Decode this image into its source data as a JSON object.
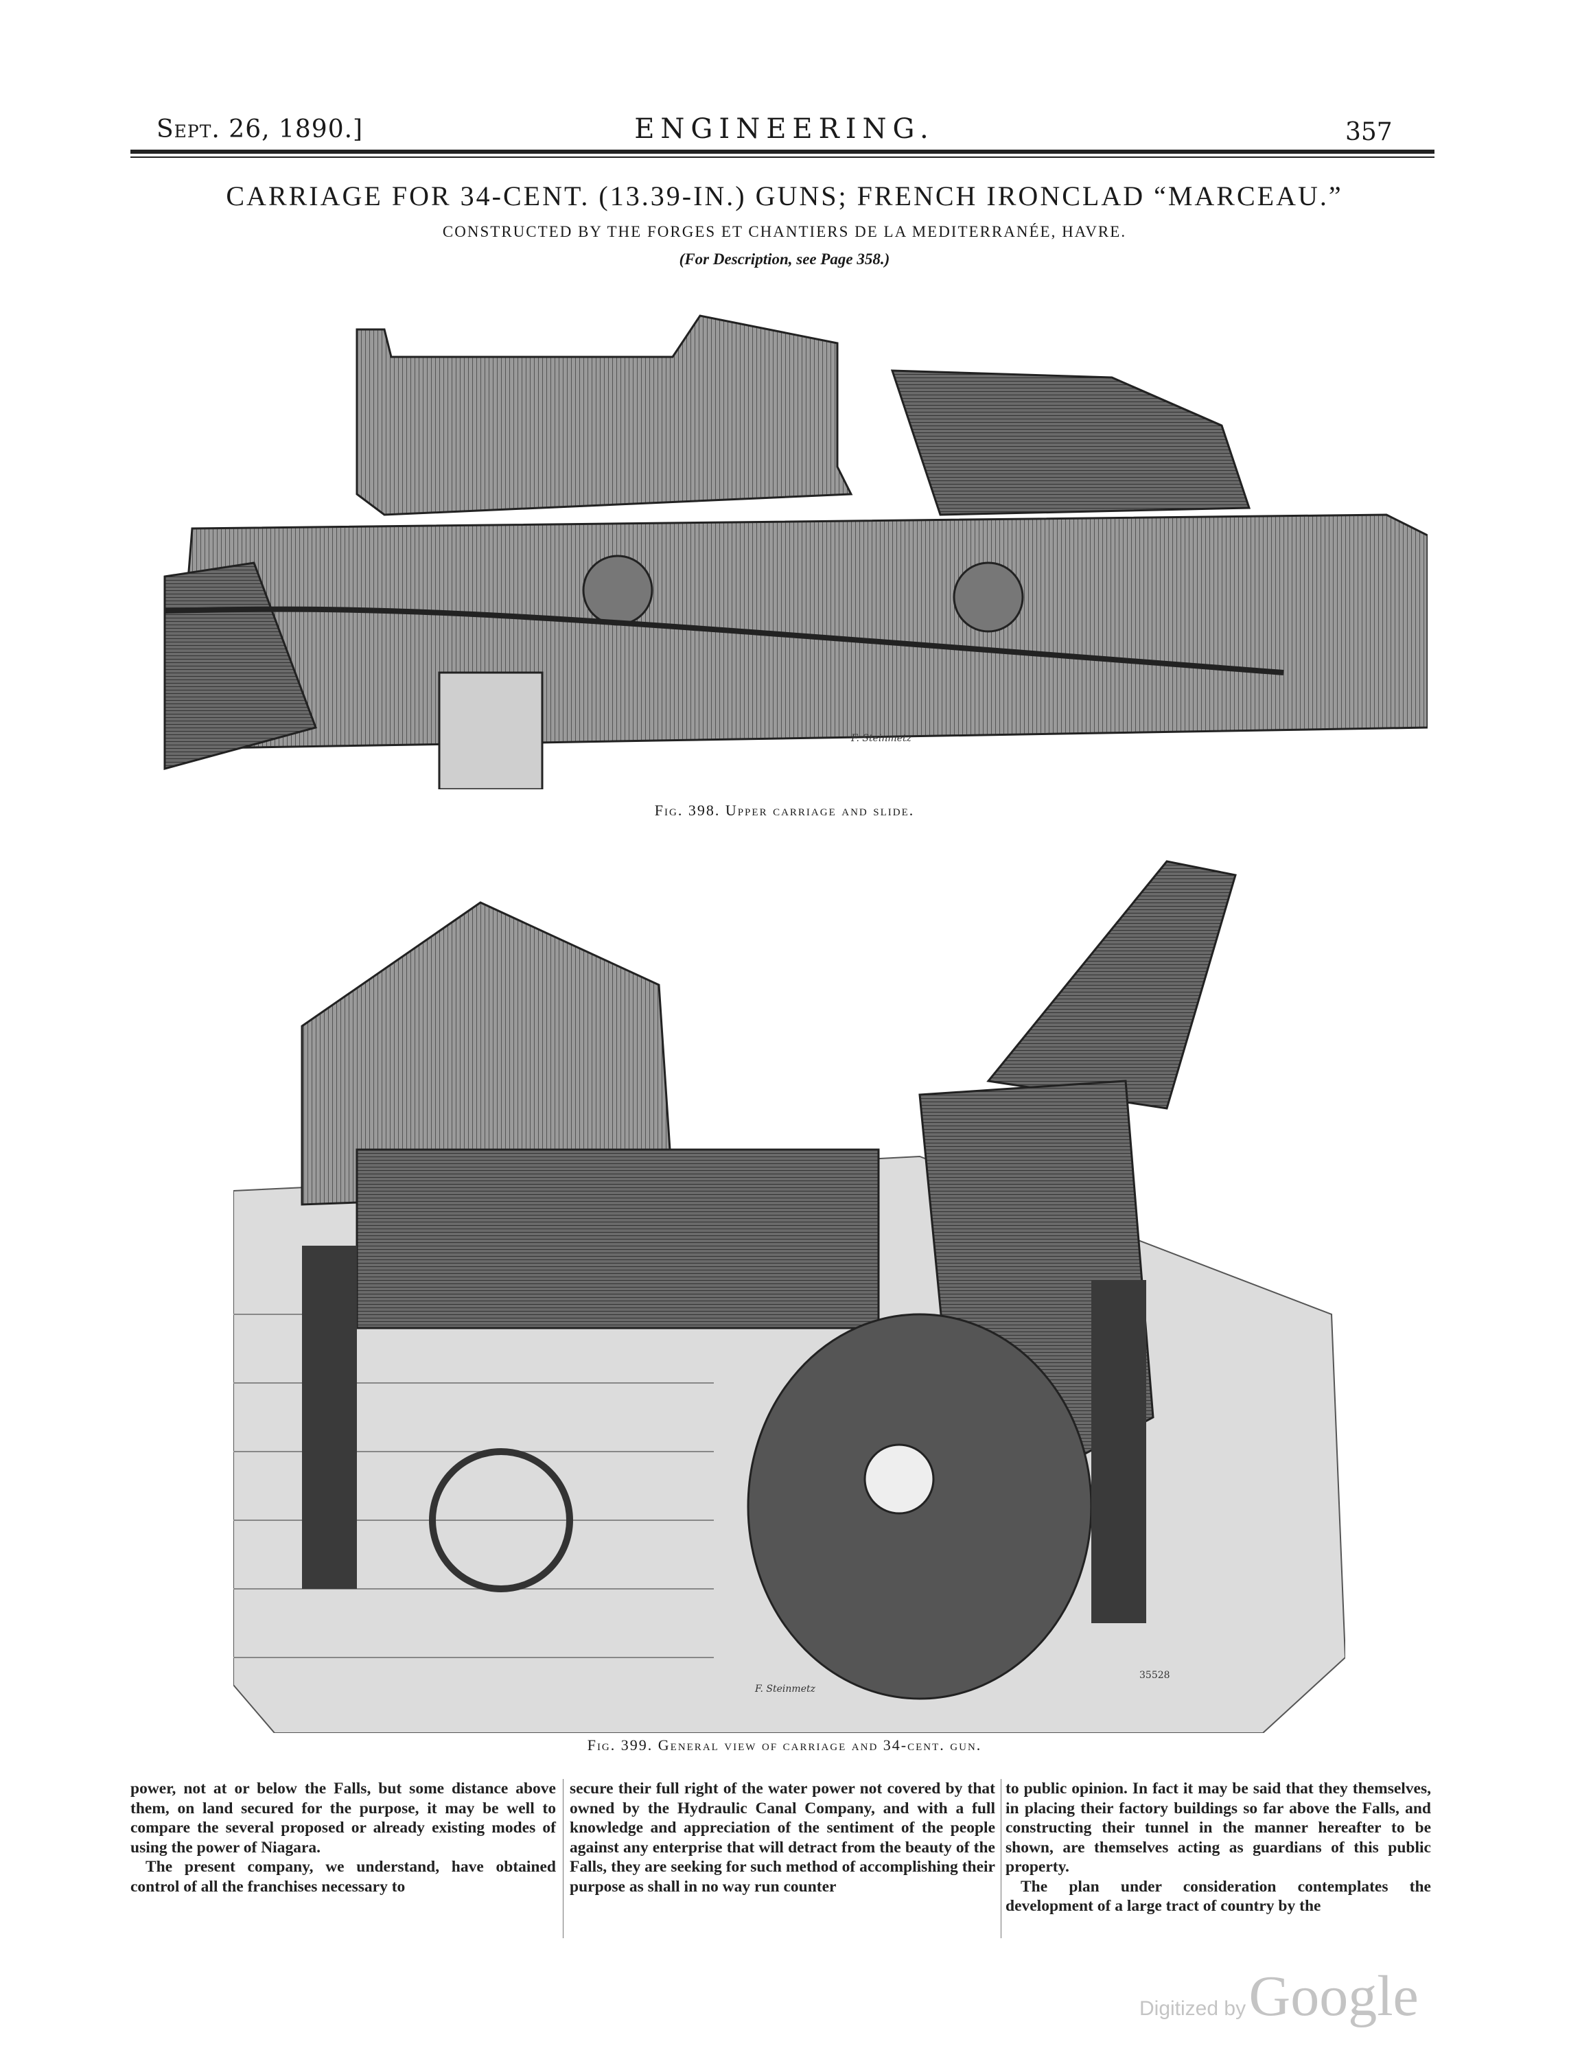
{
  "header": {
    "date": "Sept. 26, 1890.]",
    "journal": "ENGINEERING.",
    "page_number": "357"
  },
  "article": {
    "title": "CARRIAGE FOR 34-CENT. (13.39-IN.) GUNS; FRENCH IRONCLAD “MARCEAU.”",
    "subtitle": "CONSTRUCTED BY THE FORGES ET CHANTIERS DE LA MEDITERRANÉE, HAVRE.",
    "description_ref": "(For Description, see Page 358.)"
  },
  "figures": [
    {
      "caption": "Fig. 398. Upper carriage and slide.",
      "signature": "F. Steinmetz"
    },
    {
      "caption": "Fig. 399. General view of carriage and 34-cent. gun.",
      "signature": "F. Steinmetz",
      "plate_number": "35528"
    }
  ],
  "body_columns": [
    {
      "paragraphs": [
        "power, not at or below the Falls, but some distance above them, on land secured for the purpose, it may be well to compare the several proposed or already existing modes of using the power of Niagara.",
        "The present company, we understand, have obtained control of all the franchises necessary to"
      ]
    },
    {
      "paragraphs": [
        "secure their full right of the water power not covered by that owned by the Hydraulic Canal Company, and with a full knowledge and appreciation of the sentiment of the people against any enterprise that will detract from the beauty of the Falls, they are seeking for such method of accomplishing their purpose as shall in no way run counter"
      ]
    },
    {
      "paragraphs": [
        "to public opinion.  In fact it may be said that they themselves, in placing their factory buildings so far above the Falls, and constructing their tunnel in the manner hereafter to be shown, are themselves acting as guardians of this public property.",
        "The plan under consideration contemplates the development of a large tract of country by the"
      ]
    }
  ],
  "watermark": {
    "prefix": "Digitized by",
    "brand": "Google"
  }
}
